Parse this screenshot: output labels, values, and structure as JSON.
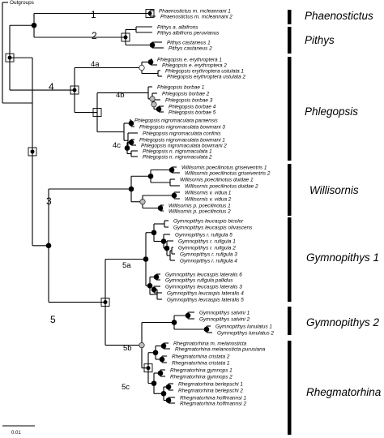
{
  "outgroups_label": "Outgroups",
  "scale_label": "0.01",
  "clade_numbers": [
    "1",
    "2",
    "3",
    "4",
    "4a",
    "4b",
    "4c",
    "5",
    "5a",
    "5b",
    "5c"
  ],
  "groups": [
    "Phaenostictus",
    "Pithys",
    "Phlegopsis",
    "Willisornis",
    "Gymnopithys 1",
    "Gymnopithys 2",
    "Rhegmatorhina"
  ],
  "taxa": [
    "Phaenostictus m. mcleannani 1",
    "Phaenostictus m. mcleannani 2",
    "Pithys a. albifrons",
    "Pithys albifrons peruvianus",
    "Pithys castaneus 1",
    "Pithys castaneus 2",
    "Phlegopsis e. erythroptera 1",
    "Phlegopsis e. erythroptera 2",
    "Phlegopsis erythroptera ustulata 1",
    "Phlegopsis erythroptera ustulata 2",
    "Phlegopsis borbae 1",
    "Phlegopsis borbae 2",
    "Phlegopsis borbae 3",
    "Phlegopsis borbae 4",
    "Phlegopsis borbae 5",
    "Phlegopsis nigromaculata paraensis",
    "Phlegopsis nigromaculata bowmani 3",
    "Phlegopsis nigromaculata confinis",
    "Phlegopsis nigromaculata bowmani 1",
    "Phlegopsis nigromaculata bowmani 2",
    "Phlegopsis n. nigromaculata 1",
    "Phlegopsis n. nigromaculata 2",
    "Willisornis poecilinotus griseiventris 1",
    "Willisornis poecilinotus griseiventris 2",
    "Willisornis poecilinotus duidae 1",
    "Willisornis poecilinotus duidae 2",
    "Willisornis v. vidua 1",
    "Willisornis v. vidua 2",
    "Willisornis p. poecilinotus 1",
    "Willisornis p. poecilinotus 2",
    "Gymnopithys leucaspis bicolor",
    "Gymnopithys leucaspis olivascens",
    "Gymnopithys r. rufigula 5",
    "Gymnopithys r. rufigula 1",
    "Gymnopithys r. rufigula 2",
    "Gymnopithys r. rufigula 3",
    "Gymnopithys r. rufigula 4",
    "Gymnopithys leucaspis lateralis 6",
    "Gymnopithys rufigula pallidus",
    "Gymnopithys leucaspis lateralis 3",
    "Gymnopithys leucaspis lateralis 4",
    "Gymnopithys leucaspis lateralis 5",
    "Gymnopithys salvini 1",
    "Gymnopithys salvini 2",
    "Gymnopithys lunulatus 1",
    "Gymnopithys lunulatus 2",
    "Rhegmatorhina m. melanosticta",
    "Rhegmatorhina melanosticta purusiana",
    "Rhegmatorhina cristata 2",
    "Rhegmatorhina cristata 1",
    "Rhegmatorhina gymnops 1",
    "Rhegmatorhina gymnops 2",
    "Rhegmatorhina berlepschi 1",
    "Rhegmatorhina berlepschi 2",
    "Rhegmatorhina hoffmannsi 1",
    "Rhegmatorhina hoffmannsi 2"
  ]
}
